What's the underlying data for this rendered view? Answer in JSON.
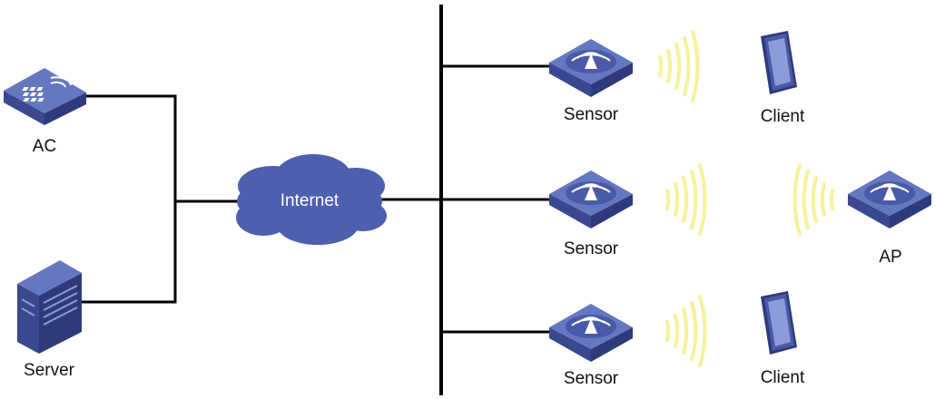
{
  "colors": {
    "device_blue": "#4a5aa8",
    "device_dark": "#2f3a7c",
    "device_top": "#6677c2",
    "cloud": "#4e5fae",
    "signal": "#f7f29a",
    "wire": "#000000"
  },
  "labels": {
    "ac": "AC",
    "server": "Server",
    "internet": "Internet",
    "sensor_1": "Sensor",
    "sensor_2": "Sensor",
    "sensor_3": "Sensor",
    "client_1": "Client",
    "client_2": "Client",
    "ap": "AP"
  }
}
